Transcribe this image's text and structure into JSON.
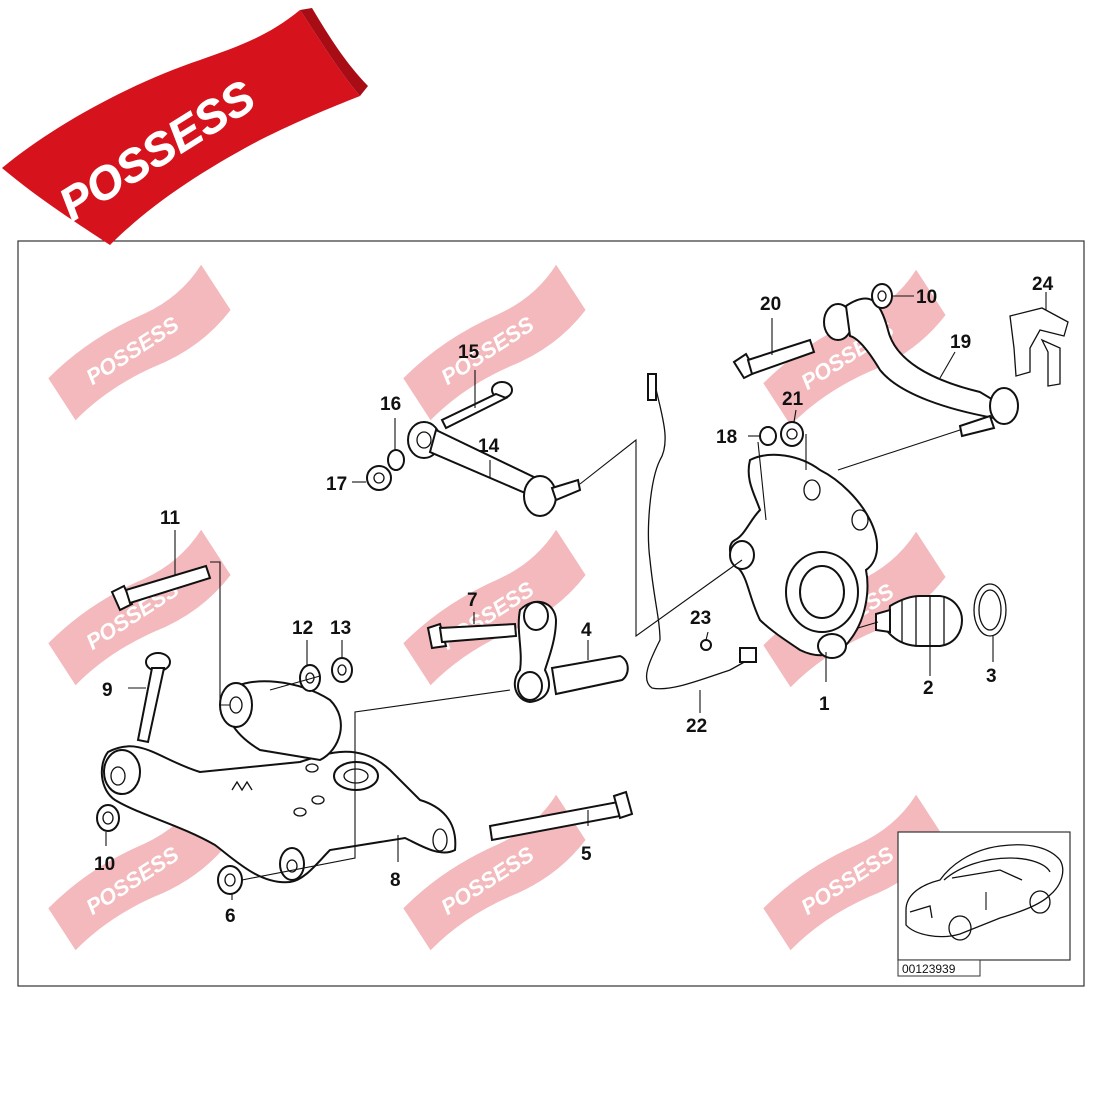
{
  "brand": {
    "name": "POSSESS",
    "banner_color": "#d6121c",
    "watermark_color": "#f3b9bc"
  },
  "diagram": {
    "reference_code": "00123939",
    "callouts": [
      "1",
      "2",
      "3",
      "4",
      "5",
      "6",
      "7",
      "8",
      "9",
      "10",
      "10",
      "11",
      "12",
      "13",
      "14",
      "15",
      "16",
      "17",
      "18",
      "19",
      "20",
      "21",
      "22",
      "23",
      "24"
    ]
  }
}
